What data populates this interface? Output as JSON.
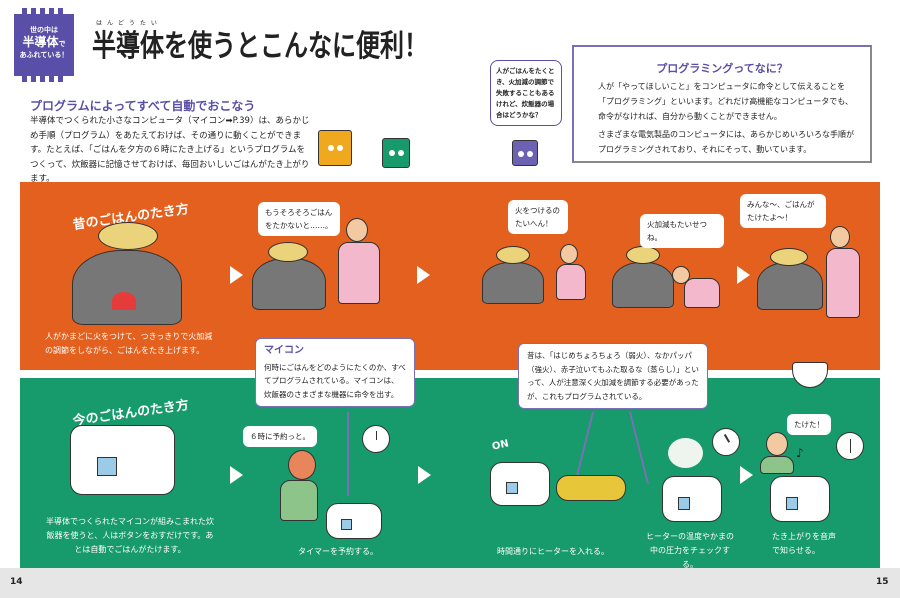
{
  "header": {
    "badge": {
      "line1": "世の中は",
      "line2": "半導体",
      "line3": "で",
      "line4": "あふれている！"
    },
    "title": "半導体を使うとこんなに便利！",
    "title_ruby": "はんどうたい"
  },
  "intro": {
    "heading": "プログラムによってすべて自動でおこなう",
    "body": "半導体でつくられた小さなコンピュータ（マイコン➡P.39）は、あらかじめ手順（プログラム）をあたえておけば、その通りに動くことができます。たとえば、「ごはんを夕方の６時にたき上げる」というプログラムをつくって、炊飯器に記憶させておけば、毎回おいしいごはんがたき上がります。"
  },
  "question_bubble": "人がごはんをたくとき、火加減の調節で失敗することもあるけれど、炊飯器の場合はどうかな？",
  "programming_box": {
    "title": "プログラミングってなに？",
    "p1": "人が「やってほしいこと」をコンピュータに命令として伝えることを「プログラミング」といいます。どれだけ高機能なコンピュータでも、命令がなければ、自分から動くことができません。",
    "p2": "さまざまな電気製品のコンピュータには、あらかじめいろいろな手順がプログラミングされており、それにそって、動いています。"
  },
  "old_way": {
    "title": "昔のごはんのたき方",
    "caption": "人がかまどに火をつけて、つきっきりで火加減の調節をしながら、ごはんをたき上げます。",
    "bubbles": [
      "もうそろそろごはんをたかないと……。",
      "火をつけるのたいへん！",
      "火加減もたいせつね。",
      "みんな〜、ごはんがたけたよ〜！"
    ]
  },
  "new_way": {
    "title": "今のごはんのたき方",
    "caption": "半導体でつくられたマイコンが組みこまれた炊飯器を使うと、人はボタンをおすだけです。あとは自動でごはんがたけます。",
    "bubble_reserve": "６時に予約っと。",
    "bubble_done": "たけた！",
    "on_label": "ON",
    "steps": [
      "タイマーを予約する。",
      "時間通りにヒーターを入れる。",
      "ヒーターの温度やかまの中の圧力をチェックする。",
      "たき上がりを音声で知らせる。"
    ]
  },
  "maicon_box": {
    "title": "マイコン",
    "body": "何時にごはんをどのようにたくのか、すべてプログラムされている。マイコンは、炊飯器のさまざまな機器に命令を出す。"
  },
  "old_saying_box": "昔は、「はじめちょろちょろ（弱火）、なかパッパ（強火）、赤子泣いてもふた取るな（蒸らし）」といって、人が注意深く火加減を調節する必要があったが、これもプログラムされている。",
  "footer": {
    "left_page": "14",
    "right_page": "15"
  },
  "colors": {
    "purple": "#5a4fa8",
    "orange": "#e4601e",
    "green": "#179a6c",
    "footer": "#e6e6e6"
  }
}
